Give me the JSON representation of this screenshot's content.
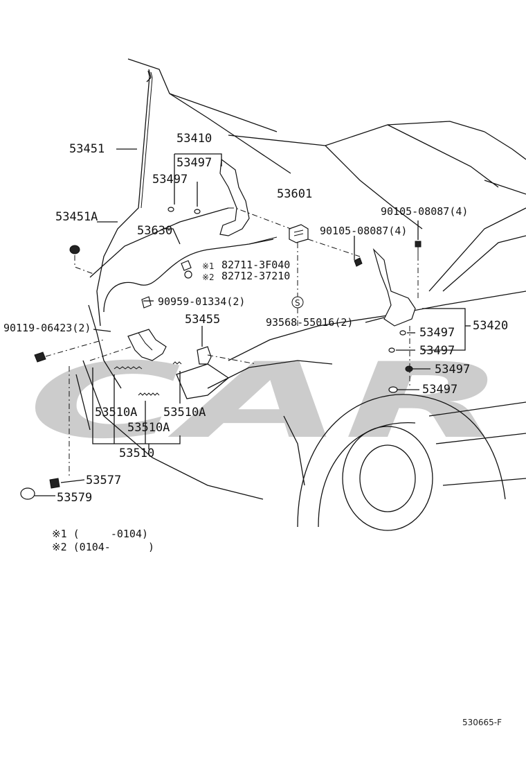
{
  "labels": {
    "p53451": "53451",
    "p53410": "53410",
    "p53497_a": "53497",
    "p53497_b": "53497",
    "p53601": "53601",
    "p90105_r": "90105-08087(4)",
    "p90105_l": "90105-08087(4)",
    "p53451A": "53451A",
    "p53630": "53630",
    "p82711": "82711-3F040",
    "p82712": "82712-37210",
    "p90959": "90959-01334(2)",
    "p90119": "90119-06423(2)",
    "p53455": "53455",
    "p93568": "93568-55016(2)",
    "p53420": "53420",
    "p53497_c": "53497",
    "p53497_d": "53497",
    "p53497_e": "53497",
    "p53497_f": "53497",
    "p53510A_a": "53510A",
    "p53510A_b": "53510A",
    "p53510A_c": "53510A",
    "p53510": "53510",
    "p53577": "53577",
    "p53579": "53579"
  },
  "marks": {
    "m1": "※1",
    "m2": "※2",
    "s": "S"
  },
  "notes": {
    "n1": "※1 (     -0104)",
    "n2": "※2 (0104-      )"
  },
  "watermark": "CAR",
  "code": "530665-F"
}
